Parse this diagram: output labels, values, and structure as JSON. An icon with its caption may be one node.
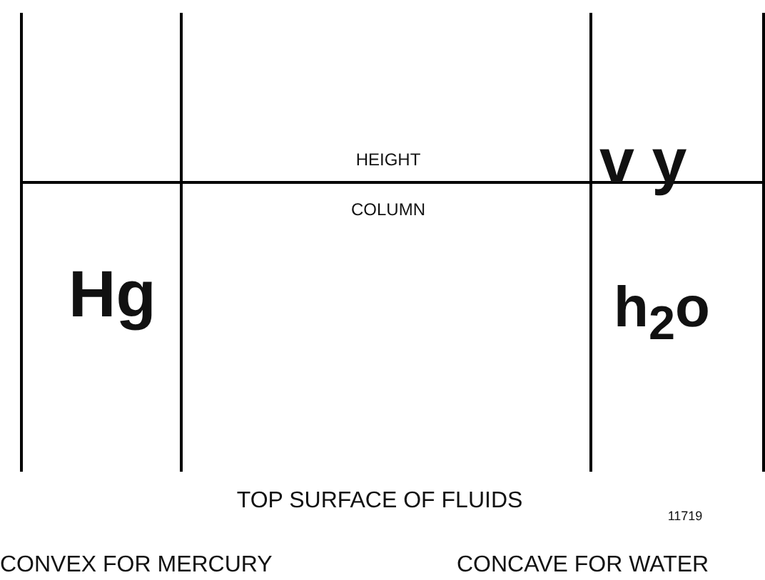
{
  "diagram": {
    "labels": [
      "HEIGHT",
      "COLUMN",
      "v y",
      "Hg",
      "h$_{2}$o",
      "TOP SURFACE OF FLUIDS",
      "11719",
      "CONVEX FOR MERCURY",
      "CONCAVE FOR WATER"
    ]
  }
}
